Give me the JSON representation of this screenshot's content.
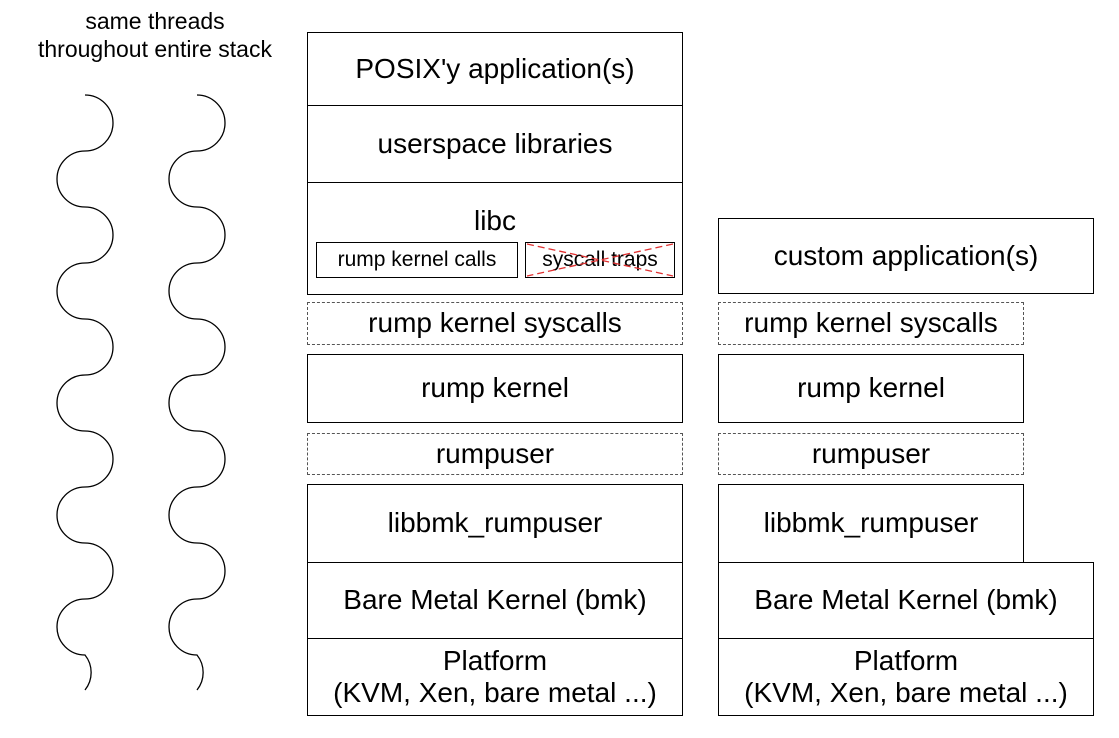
{
  "threads_note": "same threads\nthroughout entire stack",
  "left_stack": {
    "posix_app": "POSIX'y application(s)",
    "userspace_libs": "userspace libraries",
    "libc": "libc",
    "rump_calls": "rump kernel calls",
    "syscall_traps": "syscall traps",
    "syscalls": "rump kernel syscalls",
    "rump_kernel": "rump kernel",
    "rumpuser": "rumpuser",
    "libbmk": "libbmk_rumpuser",
    "bmk": "Bare Metal Kernel (bmk)",
    "platform_line1": "Platform",
    "platform_line2": "(KVM, Xen, bare metal ...)"
  },
  "right_stack": {
    "custom_app": "custom application(s)",
    "syscalls": "rump kernel syscalls",
    "rump_kernel": "rump kernel",
    "rumpuser": "rumpuser",
    "libbmk": "libbmk_rumpuser",
    "bmk": "Bare Metal Kernel (bmk)",
    "platform_line1": "Platform",
    "platform_line2": "(KVM, Xen, bare metal ...)"
  },
  "colors": {
    "crossout": "#e03030",
    "dashed_border": "#555555"
  }
}
